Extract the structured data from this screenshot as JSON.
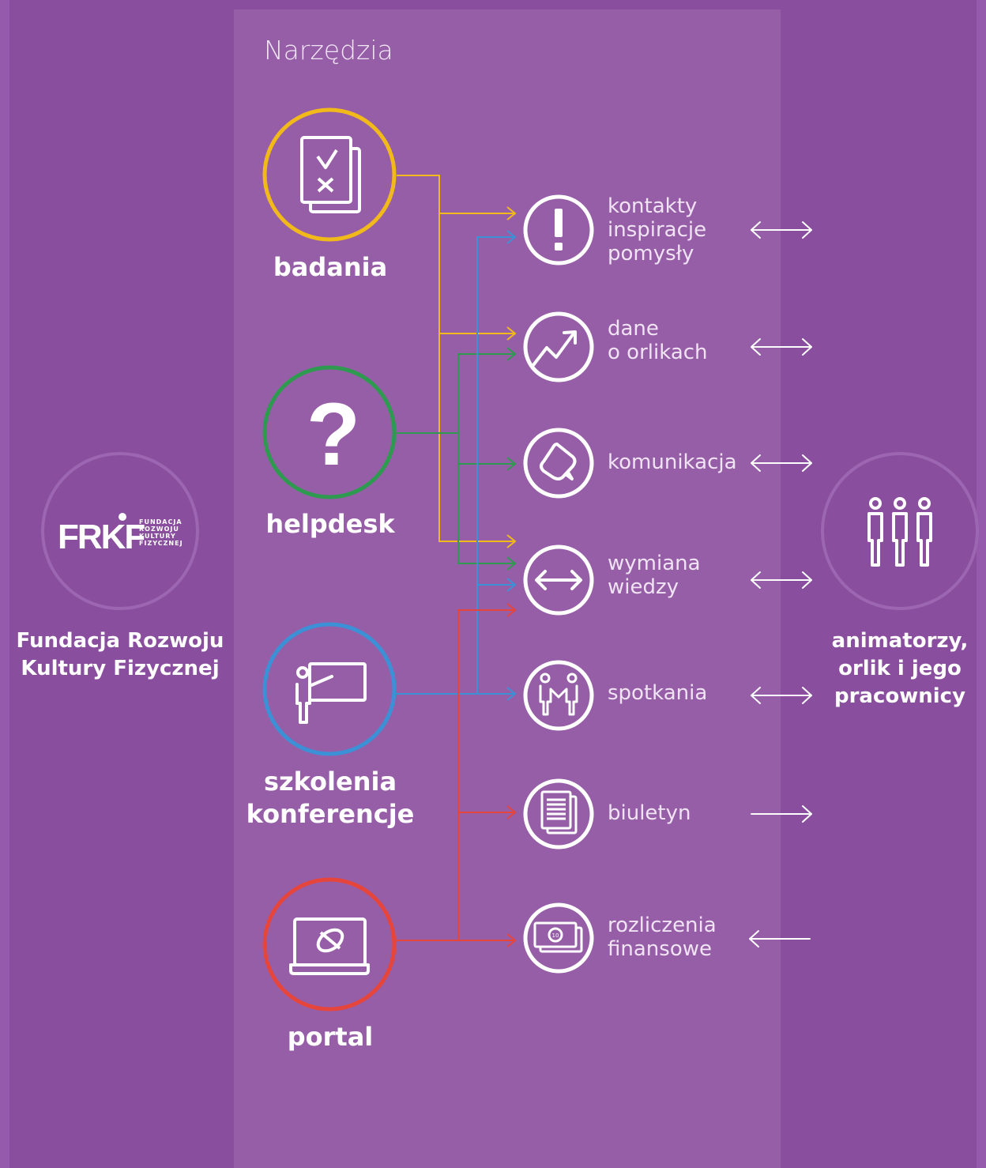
{
  "section_title": "Narzędzia",
  "tools": [
    {
      "id": "badania",
      "label": "badania",
      "color": "#f2b91b",
      "icon": "checklist-icon"
    },
    {
      "id": "helpdesk",
      "label": "helpdesk",
      "color": "#2e9a4f",
      "icon": "question-mark-icon"
    },
    {
      "id": "szkolenia",
      "label": "szkolenia\nkonferencje",
      "color": "#3c91d6",
      "icon": "presentation-board-icon"
    },
    {
      "id": "portal",
      "label": "portal",
      "color": "#e6453c",
      "icon": "laptop-icon"
    }
  ],
  "outputs": [
    {
      "id": "kontakty",
      "label": "kontakty\ninspiracje\npomysły",
      "icon": "exclamation-icon",
      "arrow": "both"
    },
    {
      "id": "dane",
      "label": "dane\no orlikach",
      "icon": "trend-chart-icon",
      "arrow": "both"
    },
    {
      "id": "komunikacja",
      "label": "komunikacja",
      "icon": "speech-bubble-icon",
      "arrow": "both"
    },
    {
      "id": "wymiana",
      "label": "wymiana\nwiedzy",
      "icon": "exchange-arrows-icon",
      "arrow": "both"
    },
    {
      "id": "spotkania",
      "label": "spotkania",
      "icon": "handshake-people-icon",
      "arrow": "both"
    },
    {
      "id": "biuletyn",
      "label": "biuletyn",
      "icon": "newsletter-icon",
      "arrow": "right"
    },
    {
      "id": "rozliczenia",
      "label": "rozliczenia\nfinansowe",
      "icon": "banknote-icon",
      "arrow": "left"
    }
  ],
  "left_entity": {
    "name": "Fundacja Rozwoju\nKultury Fizycznej",
    "logo_text": "FRKF",
    "logo_small": "FUNDACJA\nROZWOJU\nKULTURY\nFIZYCZNEJ"
  },
  "right_entity": {
    "name": "animatorzy,\norlik i jego\npracownicy",
    "icon": "people-group-icon"
  }
}
